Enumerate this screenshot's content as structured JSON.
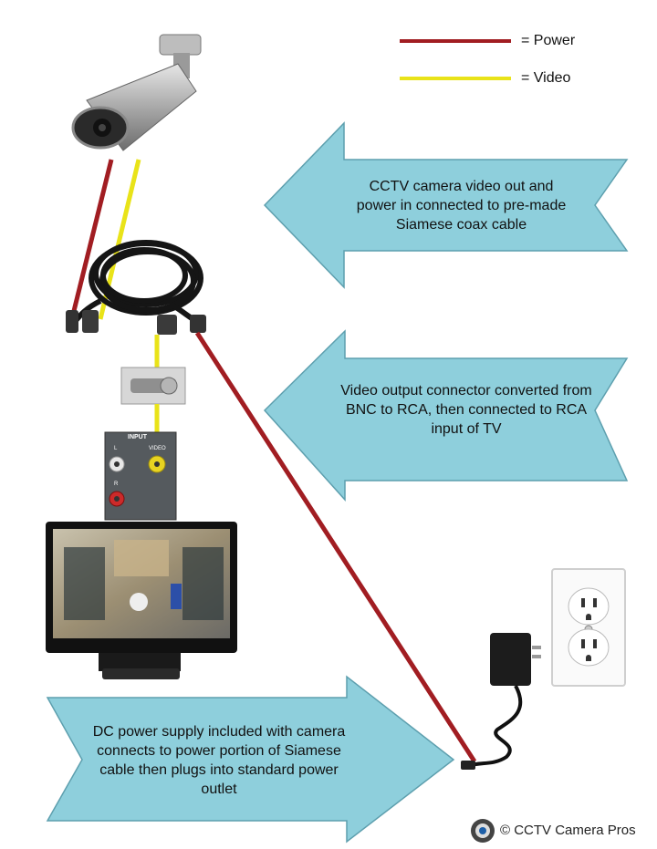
{
  "legend": {
    "power_label": "= Power",
    "video_label": "= Video",
    "power_color": "#a11d22",
    "video_color": "#e9e319"
  },
  "arrows": {
    "arrow_color": "#8ecfdc",
    "camera_text": "CCTV camera video out and power in connected to pre-made Siamese coax cable",
    "video_text": "Video output connector converted from BNC to RCA, then connected to RCA input of TV",
    "power_text": "DC power supply included with camera connects to power portion of Siamese cable then plugs into standard power outlet"
  },
  "panel": {
    "input_label": "INPUT",
    "video_label": "VIDEO",
    "l_label": "L",
    "r_label": "R"
  },
  "footer": {
    "credit": "© CCTV Camera Pros"
  }
}
